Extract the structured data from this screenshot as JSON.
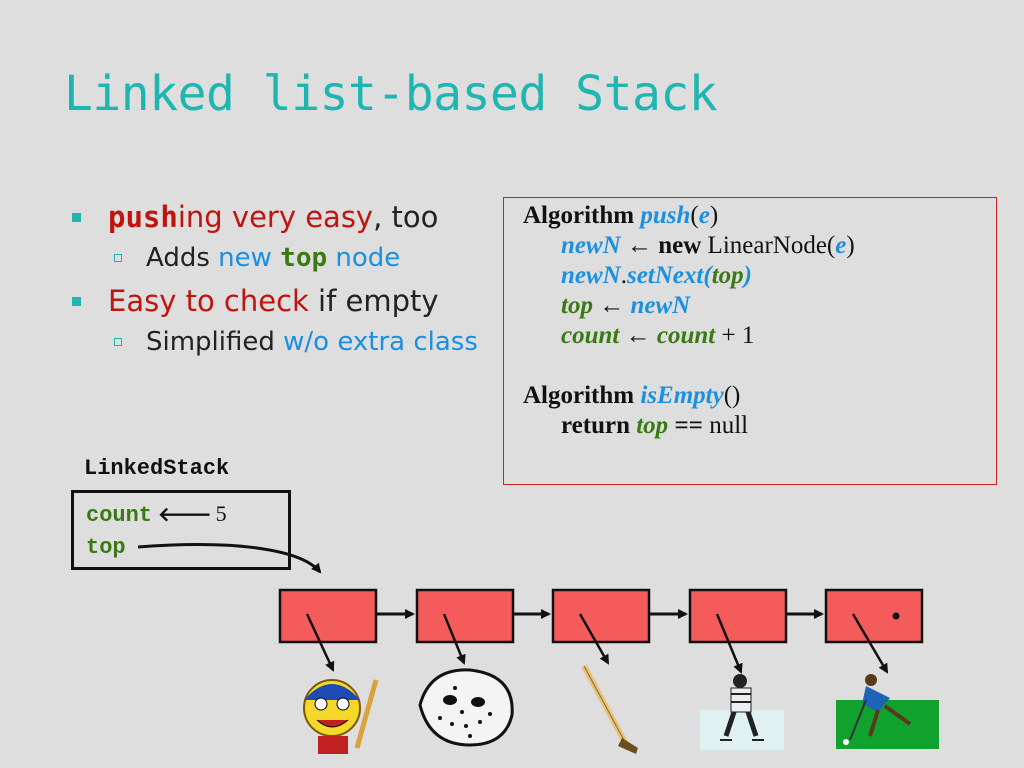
{
  "title": "Linked list-based Stack",
  "bullets": {
    "b1": {
      "push": "push",
      "ing": "ing very easy",
      "rest": ", too"
    },
    "b1_sub": {
      "adds": "Adds ",
      "new": "new ",
      "top": "top",
      "node": " node"
    },
    "b2": {
      "easy": "Easy to check",
      "rest": " if empty"
    },
    "b2_sub": {
      "simplified": "Simplified ",
      "wo": "w/o extra class"
    }
  },
  "algorithm": {
    "push_header_kw": "Algorithm",
    "push_name": "push",
    "push_param": "e",
    "line1": {
      "lhs": "newN",
      "arrow": "←",
      "kw": "new",
      "ctor": "LinearNode(",
      "arg": "e",
      "close": ")"
    },
    "line2": {
      "obj": "newN",
      "dot": ".",
      "method": "setNext(",
      "arg": "top",
      "close": ")"
    },
    "line3": {
      "lhs": "top",
      "arrow": "←",
      "rhs": "newN"
    },
    "line4": {
      "lhs": "count",
      "arrow": "←",
      "rhs": "count",
      "plus": "+ 1"
    },
    "empty_header_kw": "Algorithm",
    "empty_name": "isEmpty",
    "empty_parens": "()",
    "line5": {
      "kw": "return",
      "var": "top",
      "op": "==",
      "val": "null"
    }
  },
  "stack": {
    "label": "LinkedStack",
    "count_field": "count",
    "count_arrow": "🡐",
    "count_value": "5",
    "top_field": "top"
  },
  "nodes": [
    {
      "image": "hockey-player-emoji-icon"
    },
    {
      "image": "goalie-mask-icon"
    },
    {
      "image": "hockey-stick-icon"
    },
    {
      "image": "referee-icon"
    },
    {
      "image": "field-hockey-player-icon"
    }
  ],
  "colors": {
    "title": "#1fb5b0",
    "red": "#c0140e",
    "blue": "#1b8fe0",
    "green": "#3a7a14",
    "node": "#f45c5c",
    "box_border": "#cc2222"
  }
}
